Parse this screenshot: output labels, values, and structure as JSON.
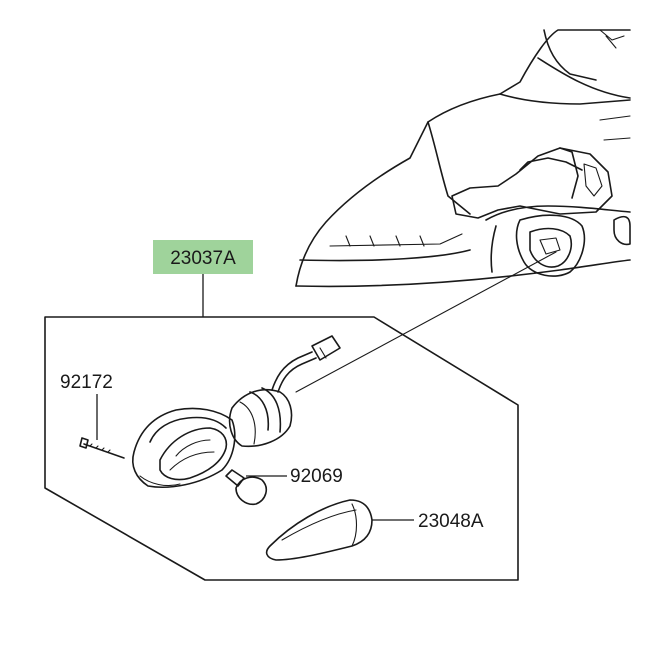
{
  "parts": {
    "assembly": {
      "number": "23037A",
      "highlight_color": "#9fd39b"
    },
    "screw": {
      "number": "92172"
    },
    "bulb": {
      "number": "92069"
    },
    "lens": {
      "number": "23048A"
    }
  },
  "colors": {
    "line": "#1a1a1a",
    "background": "#ffffff"
  }
}
